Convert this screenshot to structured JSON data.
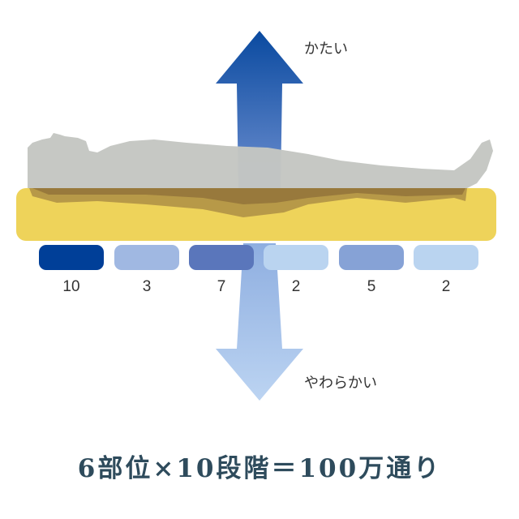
{
  "labels": {
    "hard": "かたい",
    "soft": "やわらかい"
  },
  "zones": [
    {
      "value": "10",
      "color": "#003f98"
    },
    {
      "value": "3",
      "color": "#a0b8e2"
    },
    {
      "value": "7",
      "color": "#5a76bb"
    },
    {
      "value": "2",
      "color": "#bad4f0"
    },
    {
      "value": "5",
      "color": "#86a2d6"
    },
    {
      "value": "2",
      "color": "#bad4f0"
    }
  ],
  "title": "6部位×10段階＝100万通り",
  "colors": {
    "mattress": "#eed35a",
    "body": "#c4c6c2",
    "arrow_dark": "#0a4aa0",
    "arrow_light": "#a8c4ea"
  }
}
